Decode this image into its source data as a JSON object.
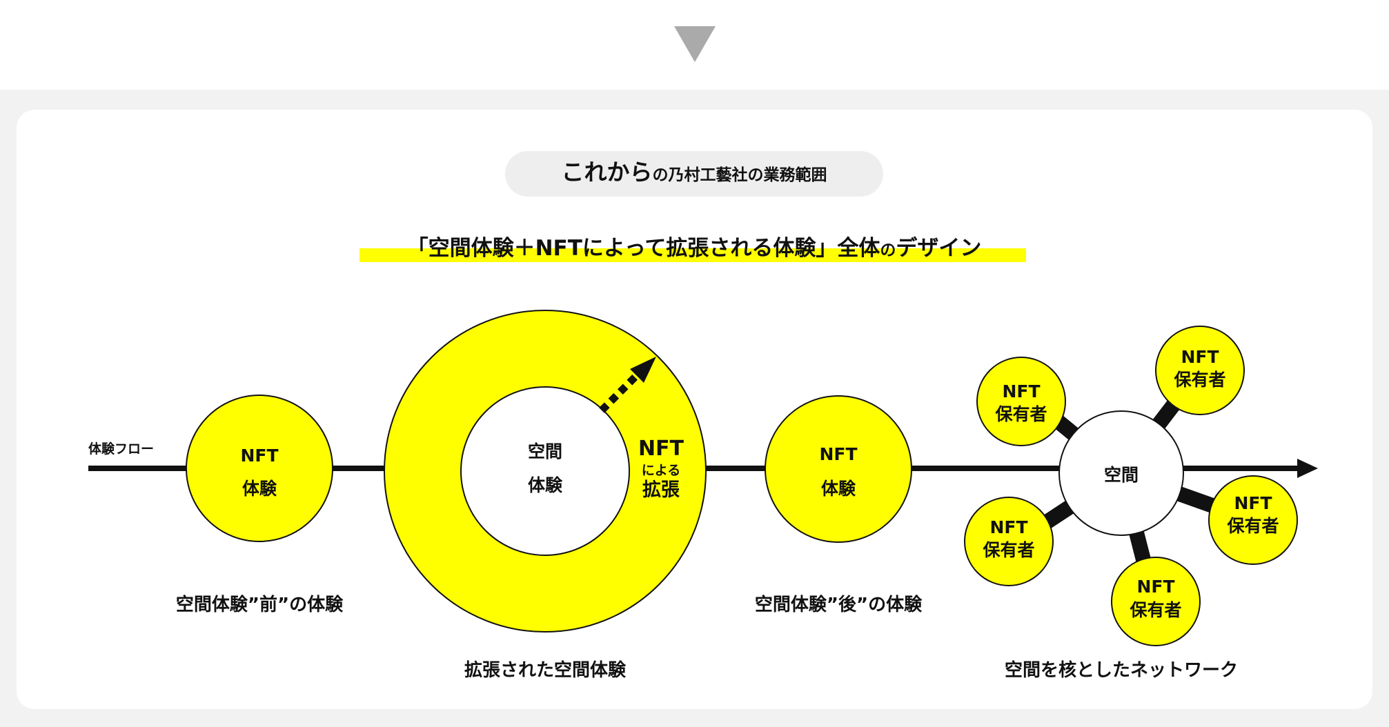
{
  "header": {
    "pill_main": "これから",
    "pill_sub": "の乃村工藝社の業務範囲",
    "headline_a": "「空間体験＋NFTによって拡張される体験」全体",
    "headline_b": "の",
    "headline_c": "デザイン"
  },
  "flow": {
    "label": "体験フロー"
  },
  "stage1": {
    "circle_line1": "NFT",
    "circle_line2": "体験",
    "caption": "空間体験”前”の体験"
  },
  "stage2": {
    "inner_line1": "空間",
    "inner_line2": "体験",
    "ring_line1": "NFT",
    "ring_line2": "による",
    "ring_line3": "拡張",
    "caption": "拡張された空間体験"
  },
  "stage3": {
    "circle_line1": "NFT",
    "circle_line2": "体験",
    "caption": "空間体験”後”の体験"
  },
  "stage4": {
    "hub_label": "空間",
    "holder_line1": "NFT",
    "holder_line2": "保有者",
    "caption": "空間を核としたネットワーク"
  },
  "colors": {
    "accent_yellow": "#ffff00",
    "ink": "#111111",
    "band_gray": "#f2f2f2",
    "pill_gray": "#eeeeee",
    "arrow_gray": "#aaaaaa"
  }
}
